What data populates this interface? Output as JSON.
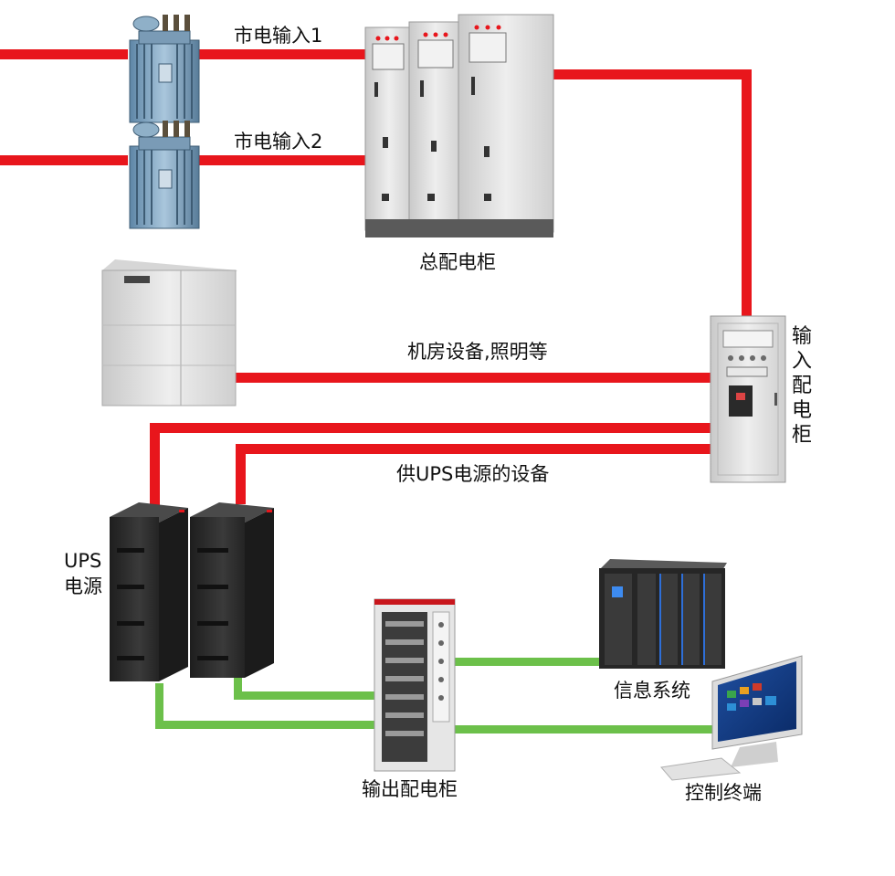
{
  "labels": {
    "mains_input_1": "市电输入1",
    "mains_input_2": "市电输入2",
    "main_distribution_cabinet": "总配电柜",
    "input_distribution_cabinet": "输入配电柜",
    "room_equipment_lighting": "机房设备,照明等",
    "ups_powered_equipment": "供UPS电源的设备",
    "ups_power_line1": "UPS",
    "ups_power_line2": "电源",
    "output_distribution_cabinet": "输出配电柜",
    "information_system": "信息系统",
    "control_terminal": "控制终端"
  },
  "colors": {
    "power_line": "#e8161c",
    "ups_line": "#6cc04a",
    "cabinet_grey": "#dcdcdc",
    "ups_black": "#2b2b2b"
  },
  "icons": {
    "transformer_1": "transformer-icon",
    "transformer_2": "transformer-icon",
    "main_cabinet": "switchgear-cabinet-icon",
    "input_cabinet": "distribution-cabinet-icon",
    "room_ac_unit": "precision-ac-icon",
    "ups_1": "ups-tower-icon",
    "ups_2": "ups-tower-icon",
    "output_cabinet": "output-cabinet-icon",
    "server_racks": "server-rack-icon",
    "monitor": "monitor-icon"
  }
}
